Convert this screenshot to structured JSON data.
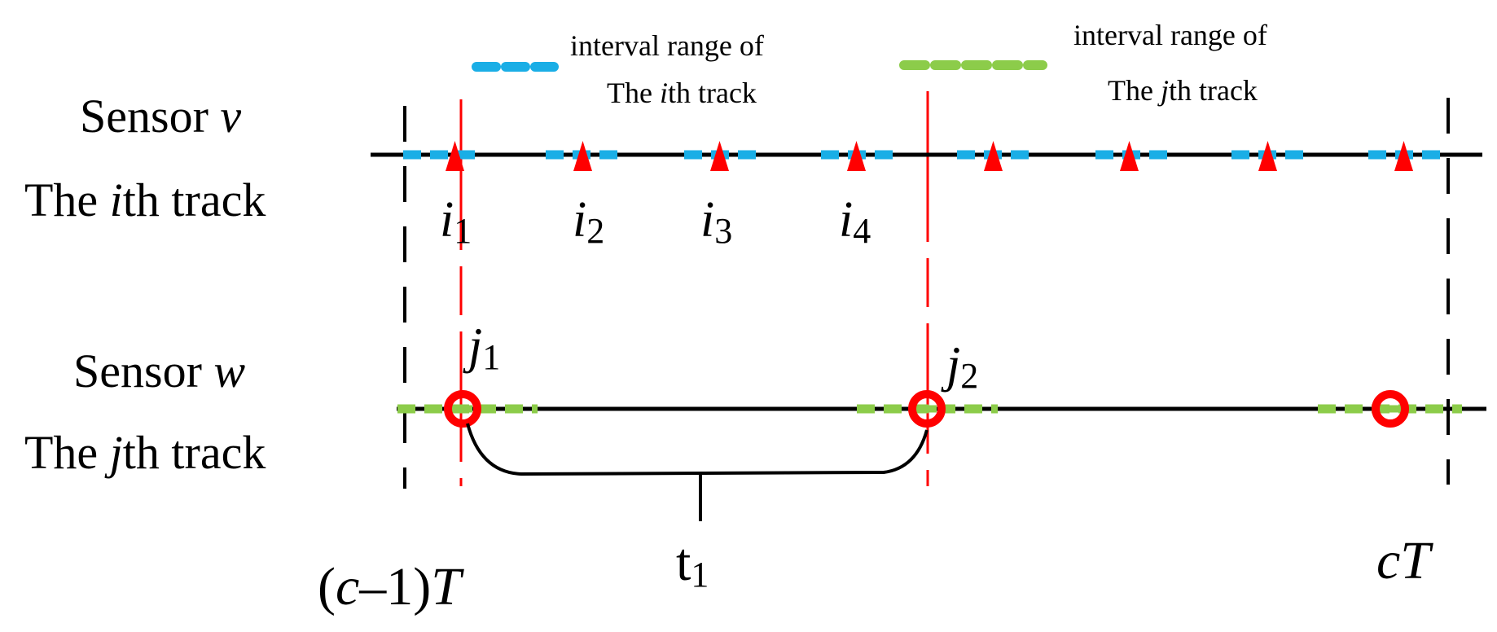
{
  "legend": {
    "i_line1": "interval range of",
    "i_line2_pre": "The ",
    "i_line2_var": "i",
    "i_line2_post": "th track",
    "j_line1": "interval range of",
    "j_line2_pre": "The ",
    "j_line2_var": "j",
    "j_line2_post": "th track",
    "i_color": "#1aaee6",
    "j_color": "#8ccc4a"
  },
  "sensor_v": {
    "label_pre": "Sensor ",
    "label_var": "v",
    "track_pre": "The ",
    "track_var": "i",
    "track_post": "th track"
  },
  "sensor_w": {
    "label_pre": "Sensor ",
    "label_var": "w",
    "track_pre": "The ",
    "track_var": "j",
    "track_post": "th track"
  },
  "i_points": [
    {
      "var": "i",
      "sub": "1"
    },
    {
      "var": "i",
      "sub": "2"
    },
    {
      "var": "i",
      "sub": "3"
    },
    {
      "var": "i",
      "sub": "4"
    }
  ],
  "j_points": [
    {
      "var": "j",
      "sub": "1"
    },
    {
      "var": "j",
      "sub": "2"
    }
  ],
  "brace_label": {
    "main": "t",
    "sub": "1"
  },
  "axis": {
    "left_open": "(",
    "left_var": "c",
    "left_mid": "–1)",
    "left_T": "T",
    "right_var": "c",
    "right_T": "T"
  },
  "colors": {
    "marker": "#ff0000",
    "guide": "#ff0000",
    "line": "#000000"
  }
}
